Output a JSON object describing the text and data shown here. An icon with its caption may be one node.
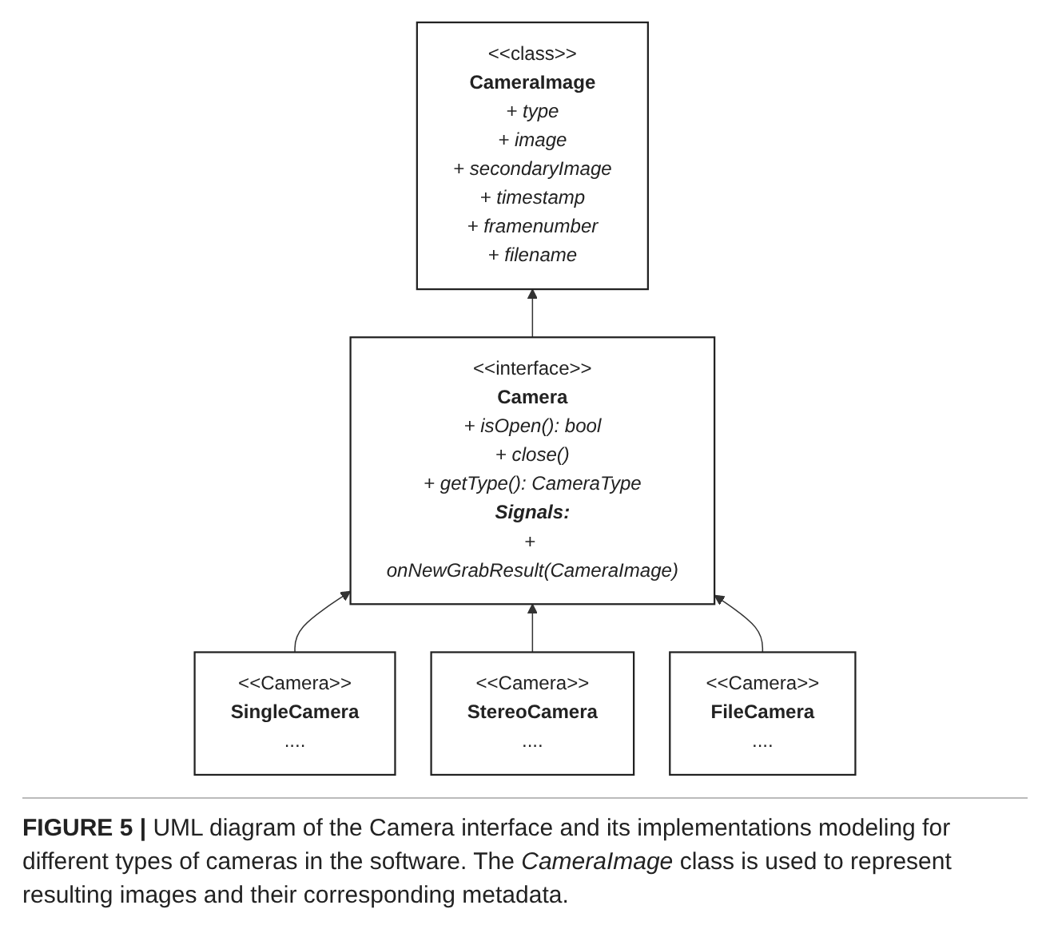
{
  "diagram": {
    "caption": "**FIGURE 5 |** UML diagram of the Camera interface and its implementations modeling for different types of cameras in the software. The *CameraImage* class is used to represent resulting images and their corresponding metadata.",
    "nodes": [
      {
        "text": [
          "<<interface>>",
          "Camera",
          "+ isOpen(): bool",
          "+ close()",
          "+ getType(): CameraType",
          "Signals:",
          "+ onNewGrabResult(CameraImage)"
        ]
      },
      {
        "text": [
          "<<class>>",
          "CameraImage",
          "+ type",
          "+ image",
          "+ secondaryImage",
          "+ timestamp",
          "+ framenumber",
          "+ filename"
        ]
      },
      {
        "text": [
          "<<Camera>>",
          "SingleCamera",
          "...."
        ]
      },
      {
        "text": [
          "<<Camera>>",
          "StereoCamera",
          "...."
        ]
      },
      {
        "text": [
          "<<Camera>>",
          "FileCamera",
          "...."
        ]
      }
    ],
    "edges": [
      {
        "from": 0,
        "to": 1,
        "arrow": "to"
      },
      {
        "from": 2,
        "to": 0,
        "arrow": "to"
      },
      {
        "from": 3,
        "to": 0,
        "arrow": "to"
      },
      {
        "from": 4,
        "to": 0,
        "arrow": "to"
      }
    ]
  }
}
